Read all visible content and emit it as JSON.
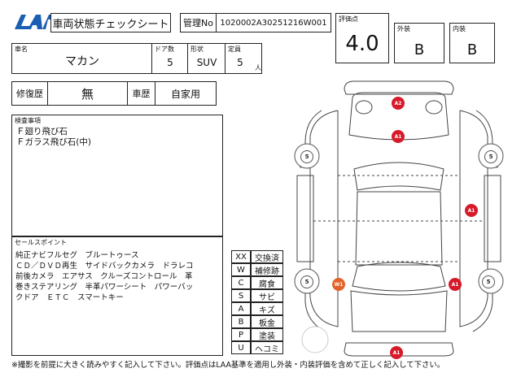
{
  "header": {
    "logo_text": "LAA",
    "sheet_title": "車両状態チェックシート",
    "management_no_label": "管理No",
    "management_no_value": "1020002A30251216W001"
  },
  "grade": {
    "score_label": "評価点",
    "score_value": "4.0",
    "exterior_label": "外装",
    "exterior_value": "B",
    "interior_label": "内装",
    "interior_value": "B"
  },
  "vehicle": {
    "name_label": "車名",
    "name_value": "マカン",
    "doors_label": "ドア数",
    "doors_value": "5",
    "shape_label": "形状",
    "shape_value": "SUV",
    "capacity_label": "定員",
    "capacity_value": "5",
    "capacity_unit": "人"
  },
  "history": {
    "repair_label": "修復歴",
    "repair_value": "無",
    "usage_label": "車歴",
    "usage_value": "自家用"
  },
  "inspection": {
    "label": "検査事項",
    "lines": [
      "Ｆ廻り飛び石",
      "Ｆガラス飛び石(中)"
    ]
  },
  "sales_points": {
    "label": "セールスポイント",
    "lines": [
      "純正ナビフルセグ　ブルートゥース",
      "ＣＤ／ＤＶＤ再生　サイドバックカメラ　ドラレコ",
      "前後カメラ　エアサス　クルーズコントロール　革",
      "巻きステアリング　半革パワーシート　パワーバッ",
      "クドア　ＥＴＣ　スマートキー"
    ]
  },
  "legend": [
    {
      "code": "XX",
      "meaning": "交換済"
    },
    {
      "code": "W",
      "meaning": "補修跡"
    },
    {
      "code": "C",
      "meaning": "腐食"
    },
    {
      "code": "S",
      "meaning": "サビ"
    },
    {
      "code": "A",
      "meaning": "キズ"
    },
    {
      "code": "B",
      "meaning": "板金"
    },
    {
      "code": "P",
      "meaning": "塗装"
    },
    {
      "code": "U",
      "meaning": "ヘコミ"
    }
  ],
  "damage_marks": [
    {
      "code": "A2"
    },
    {
      "code": "A1"
    },
    {
      "code": "5"
    },
    {
      "code": "5"
    },
    {
      "code": "A1"
    },
    {
      "code": "5"
    },
    {
      "code": "W1"
    },
    {
      "code": "A1"
    },
    {
      "code": "5"
    },
    {
      "code": "A1"
    }
  ],
  "colors": {
    "mark_red": "#d61a2a",
    "mark_orange": "#e2622a",
    "logo_blue": "#1a5fb4"
  },
  "footer": {
    "note": "※撮影を前提に大きく読みやすく記入して下さい。評価点はLAA基準を適用し外装・内装評価を含めて正しく記入して下さい。"
  }
}
